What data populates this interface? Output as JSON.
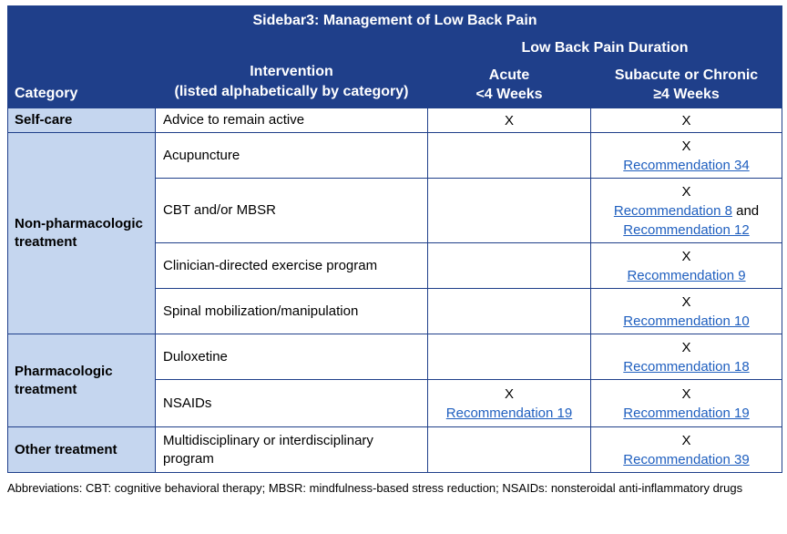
{
  "title": "Sidebar3: Management of Low Back Pain",
  "headers": {
    "category": "Category",
    "intervention_line1": "Intervention",
    "intervention_line2": "(listed alphabetically by category)",
    "duration": "Low Back Pain Duration",
    "acute_line1": "Acute",
    "acute_line2": "<4 Weeks",
    "chronic_line1": "Subacute or Chronic",
    "chronic_line2": "≥4 Weeks"
  },
  "categories": {
    "self_care": "Self-care",
    "non_pharm": "Non-pharmacologic treatment",
    "pharm": "Pharmacologic treatment",
    "other": "Other treatment"
  },
  "rows": {
    "advice": {
      "intervention": "Advice to remain active",
      "acute_mark": "X",
      "chronic_mark": "X"
    },
    "acupuncture": {
      "intervention": "Acupuncture",
      "chronic_mark": "X",
      "chronic_rec": "Recommendation 34"
    },
    "cbt": {
      "intervention": "CBT and/or MBSR",
      "chronic_mark": "X",
      "chronic_rec1": "Recommendation 8",
      "chronic_and": " and",
      "chronic_rec2": "Recommendation 12"
    },
    "exercise": {
      "intervention": "Clinician-directed exercise program",
      "chronic_mark": "X",
      "chronic_rec": "Recommendation 9"
    },
    "spinal": {
      "intervention": "Spinal mobilization/manipulation",
      "chronic_mark": "X",
      "chronic_rec": "Recommendation 10"
    },
    "duloxetine": {
      "intervention": "Duloxetine",
      "chronic_mark": "X",
      "chronic_rec": "Recommendation 18"
    },
    "nsaids": {
      "intervention": "NSAIDs",
      "acute_mark": "X",
      "acute_rec": "Recommendation 19",
      "chronic_mark": "X",
      "chronic_rec": "Recommendation 19"
    },
    "multi": {
      "intervention": "Multidisciplinary or interdisciplinary program",
      "chronic_mark": "X",
      "chronic_rec": "Recommendation 39"
    }
  },
  "footnote": "Abbreviations: CBT: cognitive behavioral therapy; MBSR: mindfulness-based stress reduction; NSAIDs: nonsteroidal anti-inflammatory drugs",
  "colors": {
    "header_bg": "#1f3f8a",
    "category_bg": "#c5d6ef",
    "link": "#1f5fbf"
  }
}
